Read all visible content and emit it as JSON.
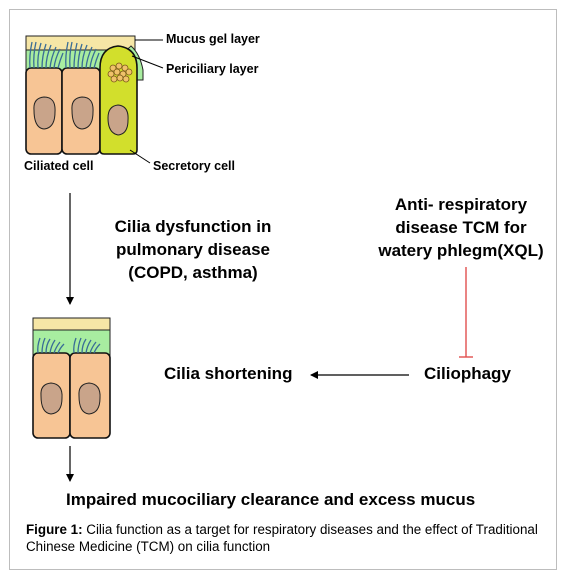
{
  "labels": {
    "mucus_gel_layer": "Mucus gel layer",
    "periciliary_layer": "Periciliary layer",
    "ciliated_cell": "Ciliated cell",
    "secretory_cell": "Secretory cell",
    "cilia_dysfunction": [
      "Cilia dysfunction in",
      "pulmonary disease",
      "(COPD, asthma)"
    ],
    "anti_respiratory": [
      "Anti- respiratory",
      "disease TCM for",
      "watery phlegm(XQL)"
    ],
    "cilia_shortening": "Cilia shortening",
    "ciliophagy": "Ciliophagy",
    "impaired_clearance": "Impaired mucociliary clearance and excess mucus"
  },
  "caption": {
    "prefix": "Figure 1:",
    "text": " Cilia function as a target for respiratory diseases and the effect of Traditional Chinese Medicine (TCM) on cilia function"
  },
  "colors": {
    "mucus": "#f6e6a6",
    "periciliary": "#a8eda0",
    "ciliated_cell": "#f7c595",
    "secretory_cell": "#d2df2c",
    "nucleus": "#c9a48a",
    "cilia": "#3a6d96",
    "inhibit": "#e0504e"
  }
}
